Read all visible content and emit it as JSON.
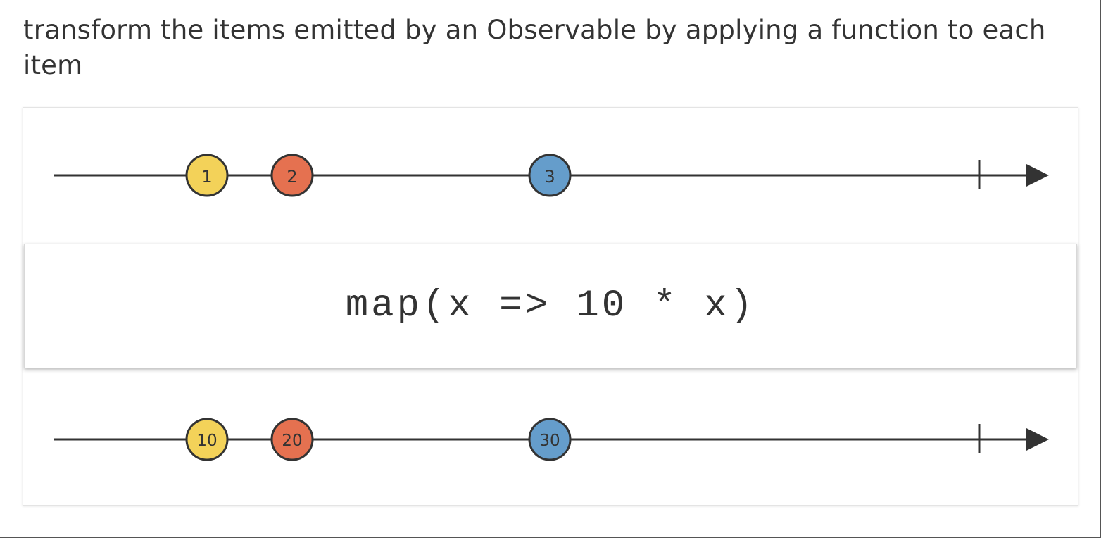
{
  "description": "transform the items emitted by an Observable by applying a function to each item",
  "operator": {
    "label": "map(x => 10 * x)"
  },
  "colors": {
    "line": "#333333",
    "yellow": "#f3d259",
    "orange": "#e57150",
    "blue": "#659dcb"
  },
  "input_stream": {
    "items": [
      {
        "label": "1",
        "color": "#f3d259"
      },
      {
        "label": "2",
        "color": "#e57150"
      },
      {
        "label": "3",
        "color": "#659dcb"
      }
    ]
  },
  "output_stream": {
    "items": [
      {
        "label": "10",
        "color": "#f3d259"
      },
      {
        "label": "20",
        "color": "#e57150"
      },
      {
        "label": "30",
        "color": "#659dcb"
      }
    ]
  }
}
